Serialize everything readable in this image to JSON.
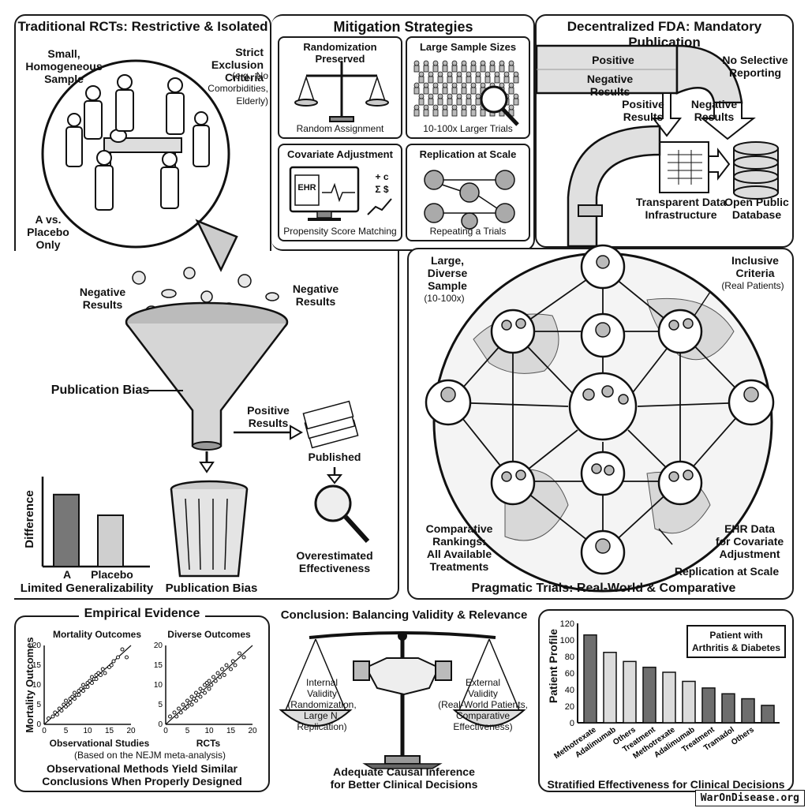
{
  "top_center": {
    "title": "Mitigation Strategies",
    "cells": [
      {
        "title": "Randomization Preserved",
        "caption": "Random Assignment"
      },
      {
        "title": "Large Sample Sizes",
        "caption": "10-100x Larger Trials"
      },
      {
        "title": "Covariate Adjustment",
        "caption": "Propensity Score Matching",
        "screen_text": "EHR",
        "symbols": "+ c\nΣ $"
      },
      {
        "title": "Replication at Scale",
        "caption": "Repeating a Trials"
      }
    ]
  },
  "left_panel": {
    "title": "Traditional RCTs: Restrictive & Isolated",
    "sample_label": "Small,\nHomogeneous\nSample",
    "exclusion_label": "Strict Exclusion\nCriteria",
    "exclusion_note": "(e.g., No\nComorbidities,\nElderly)",
    "placebo_label": "A vs.\nPlacebo\nOnly",
    "neg_left": "Negative\nResults",
    "neg_right": "Negative\nResults",
    "funnel_label": "Publication Bias",
    "positive_label": "Positive\nResults",
    "published_label": "Published",
    "overestimated_label": "Overestimated\nEffectiveness",
    "bar_ylabel": "Difference",
    "bar_categories": [
      "A",
      "Placebo"
    ],
    "bar_caption": "Limited Generalizability",
    "bottom_caption": "Publication Bias"
  },
  "right_panel": {
    "title": "Decentralized FDA: Mandatory Publication",
    "pipe_positive": "Positive",
    "pipe_negative": "Negative Results",
    "no_selective": "No Selective\nReporting",
    "positive_results": "Positive\nResults",
    "negative_results": "Negative\nResults",
    "transparent": "Transparent Data\nInfrastructure",
    "open_db": "Open Public\nDatabase",
    "large_sample": "Large,\nDiverse\nSample",
    "large_sample_note": "(10-100x)",
    "inclusive": "Inclusive\nCriteria",
    "inclusive_note": "(Real Patients)",
    "comparative": "Comparative\nRankings:\nAll Available\nTreatments",
    "ehr": "EHR Data\nfor Covariate\nAdjustment",
    "replication": "Replication at Scale",
    "pragmatic_title": "Pragmatic Trials: Real-World & Comparative"
  },
  "evidence": {
    "title": "Empirical Evidence",
    "plot1_title": "Mortality Outcomes",
    "plot2_title": "Diverse Outcomes",
    "ylabel": "Mortality Outcomes",
    "plot1_xlabel": "Observational Studies",
    "plot2_xlabel": "RCTs",
    "note": "(Based on the NEJM meta-analysis)",
    "conclusion": "Observational Methods Yield Similar\nConclusions When Properly Designed"
  },
  "conclusion": {
    "title": "Conclusion: Balancing Validity & Relevance",
    "internal": "Internal\nValidity\n(Randomization,\nLarge N,\nReplication)",
    "external": "External\nValidity\n(Real-World Patients,\nComparative\nEffectiveness)",
    "bottom": "Adequate Causal Inference\nfor Better Clinical Decisions"
  },
  "stratified": {
    "legend_box": "Patient with\nArthritis & Diabetes",
    "caption": "Stratified Effectiveness for Clinical Decisions"
  },
  "watermark": "WarOnDisease.org",
  "chart_data": [
    {
      "type": "bar",
      "title": "",
      "ylabel": "Difference",
      "categories": [
        "A",
        "Placebo"
      ],
      "values": [
        80,
        57
      ],
      "ylim": [
        0,
        100
      ]
    },
    {
      "type": "scatter",
      "title": "Mortality Outcomes",
      "xlabel": "Observational Studies",
      "ylabel": "Mortality Outcomes",
      "xlim": [
        0,
        20
      ],
      "ylim": [
        0,
        20
      ],
      "xticks": [
        0,
        5,
        10,
        15,
        20
      ],
      "yticks": [
        0,
        5,
        10,
        15,
        20
      ],
      "points": [
        [
          1,
          1.5
        ],
        [
          2,
          2
        ],
        [
          2.5,
          3
        ],
        [
          3,
          2.5
        ],
        [
          3.5,
          4
        ],
        [
          4,
          3.5
        ],
        [
          4.5,
          5
        ],
        [
          5,
          4.5
        ],
        [
          5,
          6
        ],
        [
          5.5,
          5
        ],
        [
          6,
          6.5
        ],
        [
          6,
          5.5
        ],
        [
          6.5,
          7
        ],
        [
          7,
          6.5
        ],
        [
          7,
          8
        ],
        [
          7.5,
          7.5
        ],
        [
          8,
          8.5
        ],
        [
          8,
          7.5
        ],
        [
          8.5,
          9
        ],
        [
          9,
          8.5
        ],
        [
          9,
          10
        ],
        [
          9.5,
          9.5
        ],
        [
          10,
          10.5
        ],
        [
          10,
          9.5
        ],
        [
          10.5,
          11
        ],
        [
          11,
          10.5
        ],
        [
          11,
          12
        ],
        [
          11.5,
          11.5
        ],
        [
          12,
          12.5
        ],
        [
          12,
          11.5
        ],
        [
          12.5,
          13
        ],
        [
          13,
          12.5
        ],
        [
          13.5,
          14
        ],
        [
          14,
          13
        ],
        [
          15,
          14.5
        ],
        [
          15.5,
          15
        ],
        [
          16,
          16
        ],
        [
          17,
          17
        ],
        [
          18,
          19
        ],
        [
          19,
          17
        ]
      ]
    },
    {
      "type": "scatter",
      "title": "Diverse Outcomes",
      "xlabel": "RCTs",
      "xlim": [
        0,
        20
      ],
      "ylim": [
        0,
        20
      ],
      "xticks": [
        0,
        5,
        10,
        15,
        20
      ],
      "yticks": [
        0,
        5,
        10,
        15,
        20
      ],
      "points": [
        [
          1,
          2
        ],
        [
          2,
          3
        ],
        [
          2.5,
          2
        ],
        [
          3,
          4
        ],
        [
          3.5,
          3
        ],
        [
          4,
          5
        ],
        [
          4.5,
          4
        ],
        [
          5,
          6
        ],
        [
          5,
          4.5
        ],
        [
          5.5,
          5.5
        ],
        [
          6,
          7
        ],
        [
          6,
          5
        ],
        [
          6.5,
          6.5
        ],
        [
          7,
          8
        ],
        [
          7,
          6
        ],
        [
          7.5,
          7.5
        ],
        [
          8,
          9
        ],
        [
          8,
          7
        ],
        [
          8.5,
          8.5
        ],
        [
          9,
          10
        ],
        [
          9,
          8
        ],
        [
          9.5,
          10.5
        ],
        [
          10,
          11
        ],
        [
          10,
          9
        ],
        [
          10.5,
          10
        ],
        [
          11,
          12
        ],
        [
          11.5,
          11
        ],
        [
          12,
          13
        ],
        [
          12.5,
          12
        ],
        [
          13,
          14
        ],
        [
          13.5,
          12.5
        ],
        [
          14,
          15
        ],
        [
          15,
          14
        ],
        [
          15.5,
          16
        ],
        [
          16,
          15
        ],
        [
          17,
          18
        ],
        [
          18,
          17
        ]
      ]
    },
    {
      "type": "bar",
      "title": "",
      "ylabel": "Patient Profile",
      "ylim": [
        0,
        120
      ],
      "yticks": [
        0,
        20,
        40,
        60,
        80,
        100,
        120
      ],
      "categories": [
        "Methotrexate",
        "Adalimumab",
        "Others",
        "Treatment",
        "Methotrexate",
        "Adalimumab",
        "Treatment",
        "Tramadol",
        "Others"
      ],
      "values": [
        106,
        85,
        74,
        67,
        61,
        50,
        42,
        35,
        29,
        21
      ],
      "values_note": "",
      "patterns": [
        "dark",
        "light",
        "light",
        "dark",
        "light",
        "light",
        "dark",
        "dark",
        "dark",
        "dark"
      ]
    }
  ]
}
